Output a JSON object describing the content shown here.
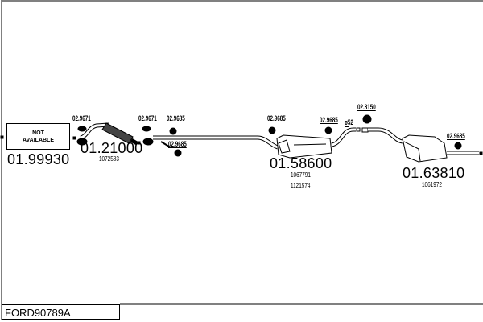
{
  "diagram_title": "FORD90789A",
  "not_available": {
    "line1": "NOT",
    "line2": "AVAILABLE",
    "part_number": "01.99930"
  },
  "parts": [
    {
      "part_number": "01.21000",
      "refs": [
        "1072583"
      ]
    },
    {
      "part_number": "01.58600",
      "refs": [
        "1067791",
        "1121574"
      ]
    },
    {
      "part_number": "01.63810",
      "refs": [
        "1061972"
      ]
    }
  ],
  "fittings": {
    "f1": "02.9671",
    "f2": "02.9671",
    "f3": "02.9685",
    "f4": "02.9685",
    "f5": "02.9685",
    "f6": "02.9685",
    "f7": "02.8150",
    "f8": "02.9685",
    "diameter": "ø52"
  }
}
